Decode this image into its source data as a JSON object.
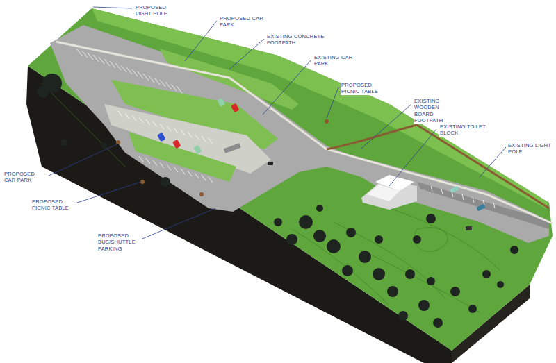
{
  "diagram": {
    "labels": [
      "PROPOSED LIGHT POLE",
      "PROPOSED CAR PARK",
      "EXISTING CONCRETE FOOTPATH",
      "EXISTING CAR PARK",
      "PROPOSED PICNIC TABLE",
      "EXISTING WOODEN BOARD FOOTPATH",
      "EXISTING TOILET BLOCK",
      "EXISTING LIGHT POLE",
      "PROPOSED CAR PARK",
      "PROPOSED PICNIC TABLE",
      "PROPOSED BUS/SHUTTLE PARKING"
    ]
  }
}
